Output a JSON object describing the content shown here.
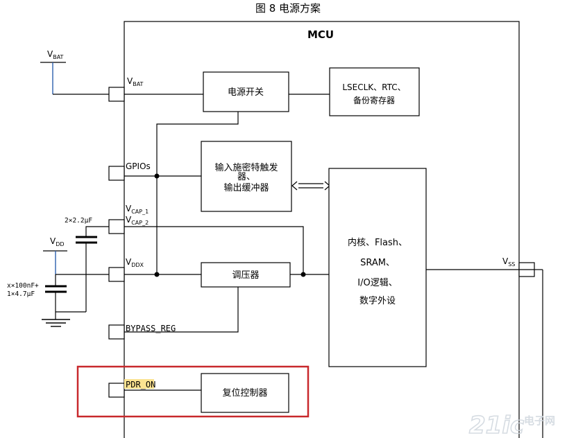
{
  "figure": {
    "caption": "图 8 电源方案",
    "mcu_label": "MCU"
  },
  "pins": {
    "vbat": {
      "main": "V",
      "sub": "BAT"
    },
    "gpios": "GPIOs",
    "vcap1": {
      "main": "V",
      "sub": "CAP_1"
    },
    "vcap2": {
      "main": "V",
      "sub": "CAP_2"
    },
    "vddx": {
      "main": "V",
      "sub": "DDX"
    },
    "bypass": "BYPASS_REG",
    "pdr_on": "PDR_ON",
    "vss": {
      "main": "V",
      "sub": "SS"
    }
  },
  "blocks": {
    "power_switch": "电源开关",
    "lseclk": [
      "LSECLK、RTC、",
      "备份寄存器"
    ],
    "io_buffer": [
      "输入施密特触发",
      "器、",
      "输出缓冲器"
    ],
    "regulator": "调压器",
    "core": [
      "内核、Flash、",
      "SRAM、",
      "I/O逻辑、",
      "数字外设"
    ],
    "reset_ctrl": "复位控制器"
  },
  "external": {
    "vbat_supply": {
      "main": "V",
      "sub": "BAT"
    },
    "vdd_supply": {
      "main": "V",
      "sub": "DD"
    },
    "cap_label": "2×2.2μF",
    "decoupling": [
      "x×100nF+",
      "1×4.7μF"
    ]
  },
  "watermark": {
    "logo": "21ic",
    "cn": "电子网"
  },
  "colors": {
    "highlight_box": "#c8282c",
    "pdr_highlight": "#fbe391",
    "supply_wire": "#2b5fae",
    "watermark": "#cfd6de"
  }
}
